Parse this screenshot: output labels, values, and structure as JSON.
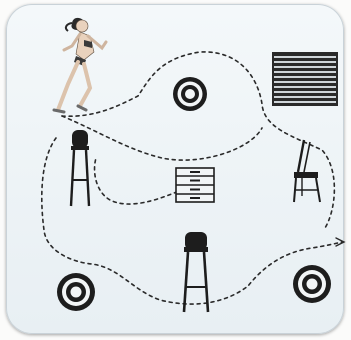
{
  "diagram": {
    "path_style": "dashed",
    "stations": [
      {
        "kind": "runner",
        "icon": "runner-icon"
      },
      {
        "kind": "tire",
        "icon": "tire-icon"
      },
      {
        "kind": "mat-stack",
        "icon": "mat-stack-icon"
      },
      {
        "kind": "stool",
        "icon": "stool-icon"
      },
      {
        "kind": "drawer-box",
        "icon": "plyo-box-icon"
      },
      {
        "kind": "chair",
        "icon": "chair-icon"
      },
      {
        "kind": "stool",
        "icon": "stool-icon"
      },
      {
        "kind": "tire",
        "icon": "tire-icon"
      },
      {
        "kind": "tire",
        "icon": "tire-icon"
      }
    ],
    "colors": {
      "card": "#edf3f6",
      "ink": "#1f1f1f",
      "dash": "#2a2a2a",
      "skin": "#e9d2bd"
    }
  }
}
